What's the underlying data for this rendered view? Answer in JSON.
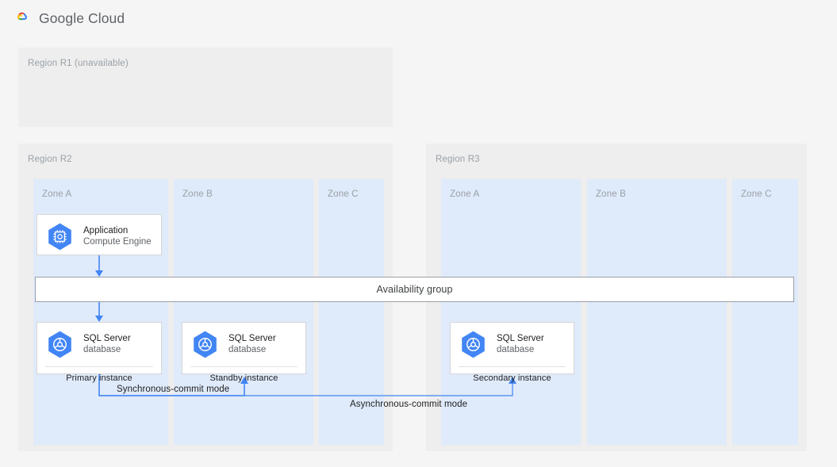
{
  "header": {
    "logo_icon": "google-cloud-logo-icon",
    "wordmark": "Google Cloud"
  },
  "diagram": {
    "type": "architecture-diagram",
    "title": "SQL Server availability group across Google Cloud regions and zones",
    "regions": [
      {
        "id": "r1",
        "label": "Region R1 (unavailable)",
        "available": false,
        "zones": []
      },
      {
        "id": "r2",
        "label": "Region R2",
        "available": true,
        "zones": [
          {
            "id": "r2-a",
            "label": "Zone A"
          },
          {
            "id": "r2-b",
            "label": "Zone B"
          },
          {
            "id": "r2-c",
            "label": "Zone C"
          }
        ]
      },
      {
        "id": "r3",
        "label": "Region R3",
        "available": true,
        "zones": [
          {
            "id": "r3-a",
            "label": "Zone A"
          },
          {
            "id": "r3-b",
            "label": "Zone B"
          },
          {
            "id": "r3-c",
            "label": "Zone C"
          }
        ]
      }
    ],
    "availability_group": {
      "label": "Availability group"
    },
    "nodes": [
      {
        "id": "application",
        "icon": "compute-engine-icon",
        "title": "Application",
        "subtitle": "Compute Engine",
        "footer": "",
        "region": "r2",
        "zone": "Zone A"
      },
      {
        "id": "db-primary",
        "icon": "sql-server-database-icon",
        "title": "SQL Server",
        "subtitle": "database",
        "footer": "Primary instance",
        "region": "r2",
        "zone": "Zone A"
      },
      {
        "id": "db-standby",
        "icon": "sql-server-database-icon",
        "title": "SQL Server",
        "subtitle": "database",
        "footer": "Standby instance",
        "region": "r2",
        "zone": "Zone B"
      },
      {
        "id": "db-secondary",
        "icon": "sql-server-database-icon",
        "title": "SQL Server",
        "subtitle": "database",
        "footer": "Secondary instance",
        "region": "r3",
        "zone": "Zone A"
      }
    ],
    "connections": [
      {
        "from": "application",
        "to": "availability-group",
        "label": "",
        "style": "arrow-down"
      },
      {
        "from": "availability-group",
        "to": "db-primary",
        "label": "",
        "style": "arrow-down"
      },
      {
        "from": "db-primary",
        "to": "db-standby",
        "label": "Synchronous-commit mode",
        "style": "arrow-up"
      },
      {
        "from": "db-primary",
        "to": "db-secondary",
        "label": "Asynchronous-commit mode",
        "style": "arrow-up"
      }
    ]
  },
  "colors": {
    "page_background": "#f5f5f5",
    "region_background": "#eeeeee",
    "zone_background": "#dfeafa",
    "node_background": "#ffffff",
    "node_border": "#d6d6d6",
    "connector": "#4285f4",
    "icon_blue": "#4285f4",
    "icon_blue_dark": "#1a73e8",
    "label_muted": "#9aa0a6",
    "text_primary": "#202124",
    "text_secondary": "#5f6368",
    "availability_group_border": "#9aa0a6"
  }
}
